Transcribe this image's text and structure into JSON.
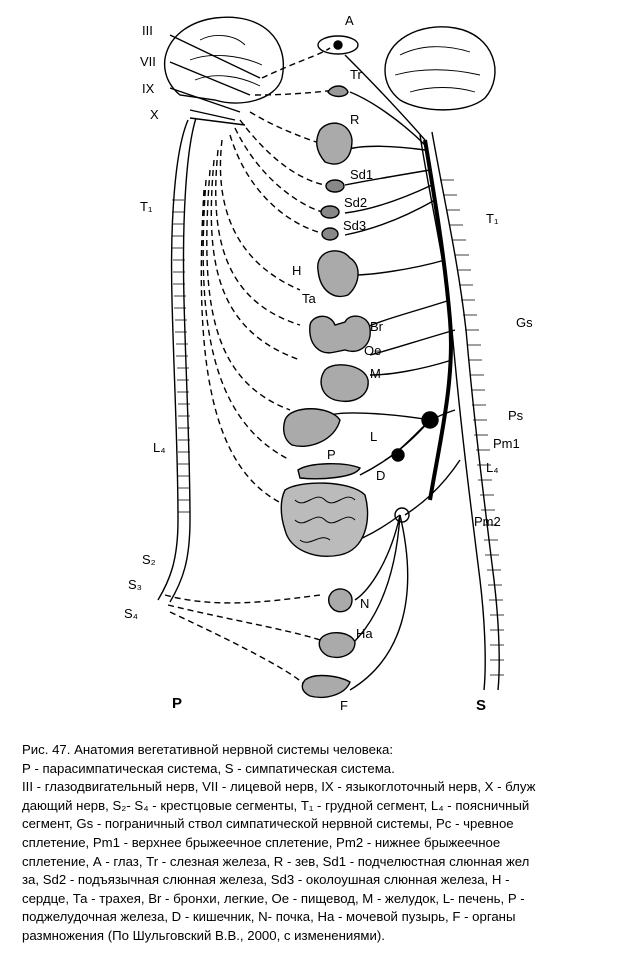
{
  "figure": {
    "labels": {
      "A": "A",
      "III": "III",
      "VII": "VII",
      "IX": "IX",
      "X": "X",
      "Tr": "Tr",
      "R": "R",
      "Sd1": "Sd1",
      "Sd2": "Sd2",
      "Sd3": "Sd3",
      "T1_left": "T₁",
      "T1_right": "T₁",
      "H": "H",
      "Ta": "Ta",
      "Br": "Br",
      "Gs": "Gs",
      "Oe": "Oe",
      "M": "M",
      "Ps": "Ps",
      "L": "L",
      "Pm1": "Pm1",
      "L4_left": "L₄",
      "L4_right": "L₄",
      "P_organ": "P",
      "D": "D",
      "Pm2": "Pm2",
      "S2": "S₂",
      "S3": "S₃",
      "S4": "S₄",
      "N": "N",
      "Ha": "Ha",
      "F": "F",
      "P_side": "P",
      "S_side": "S"
    }
  },
  "caption": {
    "lines": [
      "Рис. 47. Анатомия вегетативной нервной системы человека:",
      "Р - парасимпатическая система, S - симпатическая система.",
      "III - глазодвигательный нерв, VII - лицевой нерв, IX - языкоглоточный нерв, X - блуж",
      "дающий нерв, S₂- S₄ - крестцовые сегменты, T₁ - грудной сегмент, L₄ - поясничный",
      "сегмент, Gs - пограничный ствол симпатической нервной системы, Pc - чревное",
      "сплетение, Pm1 - верхнее брыжеечное сплетение, Pm2 - нижнее брыжеечное",
      "сплетение, А - глаз, Tr - слезная железа, R - зев, Sd1 - подчелюстная слюнная жел",
      "за, Sd2 - подъязычная слюнная железа, Sd3 - околоушная слюнная железа, Н -",
      "сердце, Та - трахея, Br - бронхи, легкие, Ое - пищевод, М - желудок, L- печень, Р -",
      "поджелудочная железа, D - кишечник, N- почка, На - мочевой пузырь, F - органы",
      "размножения (По Шульговский В.В., 2000, с изменениями)."
    ]
  }
}
